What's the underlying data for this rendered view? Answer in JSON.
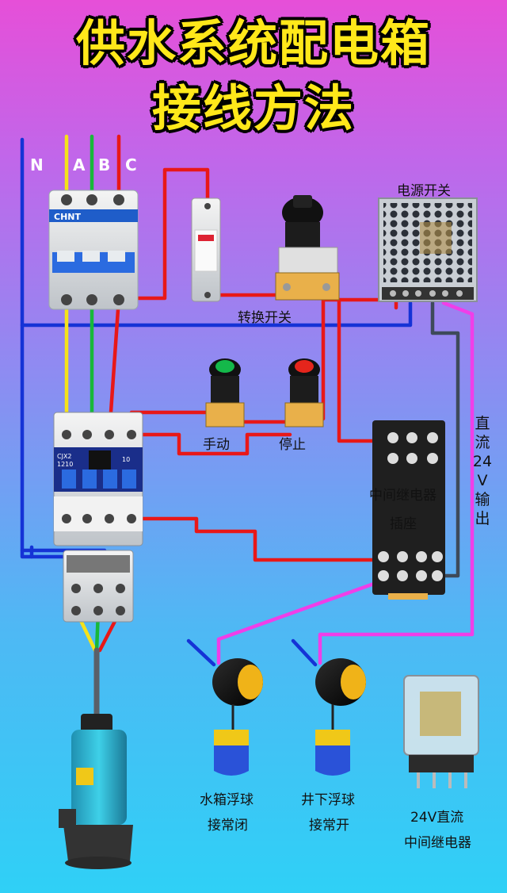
{
  "title": {
    "line1": "供水系统配电箱",
    "line2": "接线方法"
  },
  "phases": {
    "n": "N",
    "a": "A",
    "b": "B",
    "c": "C"
  },
  "breaker": {
    "brand": "CHNT"
  },
  "contactor": {
    "model_line1": "CJX2",
    "model_line2": "1210",
    "aux": "10"
  },
  "labels": {
    "power_supply": "电源开关",
    "selector_switch": "转换开关",
    "manual": "手动",
    "stop": "停止",
    "relay_socket_line1": "中间继电器",
    "relay_socket_line2": "插座",
    "dc_output": "直流24V输出",
    "tank_float_line1": "水箱浮球",
    "tank_float_line2": "接常闭",
    "well_float_line1": "井下浮球",
    "well_float_line2": "接常开",
    "relay_line1": "24V直流",
    "relay_line2": "中间继电器"
  },
  "colors": {
    "wire_red": "#e81818",
    "wire_blue": "#1533d6",
    "wire_yellow": "#f5e21a",
    "wire_green": "#18b83a",
    "wire_magenta": "#f03ee8",
    "wire_gray": "#3e4a5a",
    "title_yellow": "#ffe81a"
  }
}
